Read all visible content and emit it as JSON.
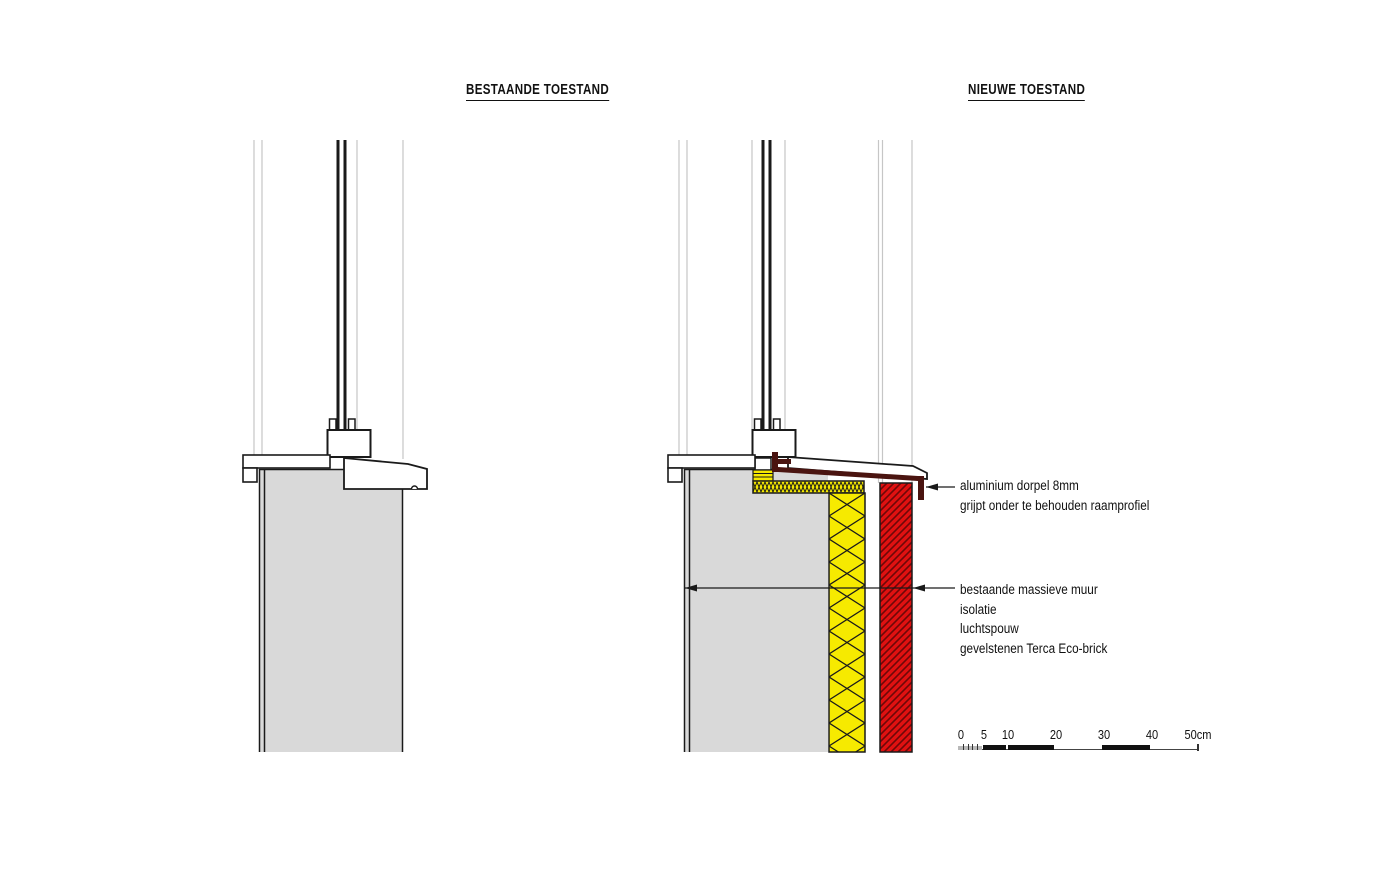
{
  "titles": {
    "left": "BESTAANDE TOESTAND",
    "right": "NIEUWE TOESTAND"
  },
  "annotations": {
    "dorpel": {
      "lines": [
        "aluminium dorpel 8mm",
        "grijpt onder te behouden raamprofiel"
      ]
    },
    "wall_layers": {
      "lines": [
        "bestaande massieve muur",
        "isolatie",
        "luchtspouw",
        "gevelstenen Terca Eco-brick"
      ]
    }
  },
  "scale_bar": {
    "labels": [
      "0",
      "5",
      "10",
      "20",
      "30",
      "40",
      "50cm"
    ]
  },
  "colors": {
    "background": "#ffffff",
    "line": "#1a1a1a",
    "projection_line": "#c6c6c6",
    "wall_fill": "#d9d9d9",
    "insulation_fill": "#f6ea00",
    "brick_fill": "#e01111",
    "brick_hatch": "#6e0808",
    "aluminium": "#4a1410"
  }
}
